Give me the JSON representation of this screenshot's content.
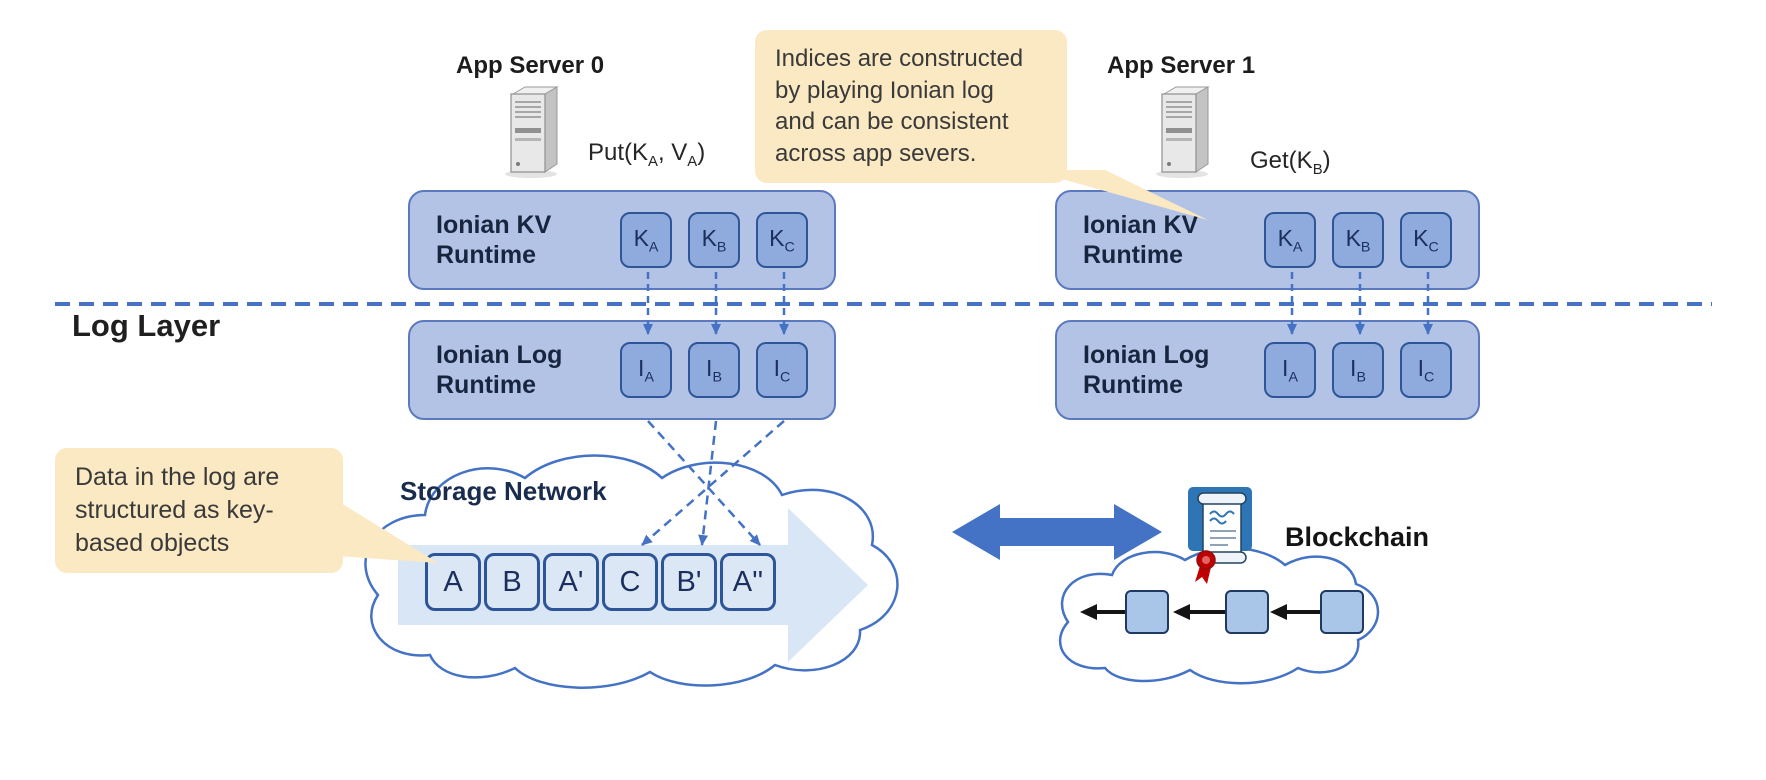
{
  "palette": {
    "accent_blue": "#4472C4",
    "runtime_box_fill": "#B3C3E6",
    "chip_fill": "#8FAADC",
    "chip_border": "#2E5597",
    "storage_item_fill": "#DCE7F5",
    "callout_fill": "#FAE9C2",
    "block_fill": "#A9C6E8",
    "scroll_icon_bg": "#2E75B6",
    "seal_red": "#C00000"
  },
  "app_servers": [
    {
      "title": "App Server 0",
      "icon": "server-tower-icon",
      "operation": {
        "pre": "Put(K",
        "sub1": "A",
        "mid": ", V",
        "sub2": "A",
        "post": ")"
      }
    },
    {
      "title": "App Server 1",
      "icon": "server-tower-icon",
      "operation": {
        "pre": "Get(K",
        "sub1": "B",
        "mid": "",
        "sub2": "",
        "post": ")"
      }
    }
  ],
  "callouts": {
    "indices": {
      "lines": [
        "Indices are constructed",
        "by playing Ionian log",
        "and can be consistent",
        "across app severs."
      ]
    },
    "log_objects": {
      "lines": [
        "Data in the log are",
        "structured as key-",
        "based objects"
      ]
    }
  },
  "log_layer_label": "Log Layer",
  "runtimes": {
    "kv_left": {
      "title": [
        "Ionian KV",
        "Runtime"
      ],
      "chips": [
        {
          "base": "K",
          "sub": "A"
        },
        {
          "base": "K",
          "sub": "B"
        },
        {
          "base": "K",
          "sub": "C"
        }
      ]
    },
    "kv_right": {
      "title": [
        "Ionian KV",
        "Runtime"
      ],
      "chips": [
        {
          "base": "K",
          "sub": "A"
        },
        {
          "base": "K",
          "sub": "B"
        },
        {
          "base": "K",
          "sub": "C"
        }
      ]
    },
    "log_left": {
      "title": [
        "Ionian Log",
        "Runtime"
      ],
      "chips": [
        {
          "base": "I",
          "sub": "A"
        },
        {
          "base": "I",
          "sub": "B"
        },
        {
          "base": "I",
          "sub": "C"
        }
      ]
    },
    "log_right": {
      "title": [
        "Ionian Log",
        "Runtime"
      ],
      "chips": [
        {
          "base": "I",
          "sub": "A"
        },
        {
          "base": "I",
          "sub": "B"
        },
        {
          "base": "I",
          "sub": "C"
        }
      ]
    }
  },
  "storage": {
    "title": "Storage Network",
    "items": [
      "A",
      "B",
      "A'",
      "C",
      "B'",
      "A''"
    ]
  },
  "blockchain": {
    "label": "Blockchain",
    "icon": "smart-contract-scroll-icon",
    "block_count": 3
  }
}
